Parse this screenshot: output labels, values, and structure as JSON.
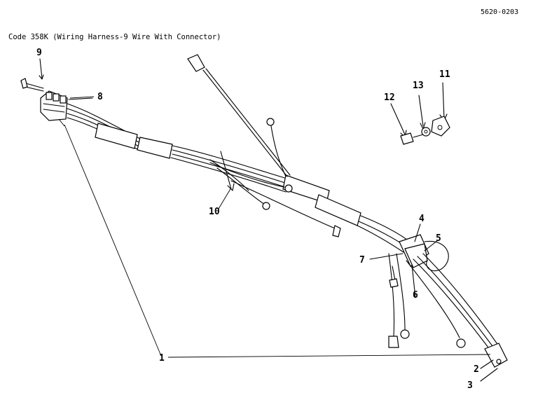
{
  "header": {
    "code": "5620-0203",
    "title": "Code 358K (Wiring Harness-9 Wire With Connector)"
  },
  "callouts": {
    "c1": "1",
    "c2": "2",
    "c3": "3",
    "c4": "4",
    "c5": "5",
    "c6": "6",
    "c7": "7",
    "c8": "8",
    "c9": "9",
    "c10": "10",
    "c11": "11",
    "c12": "12",
    "c13": "13"
  }
}
